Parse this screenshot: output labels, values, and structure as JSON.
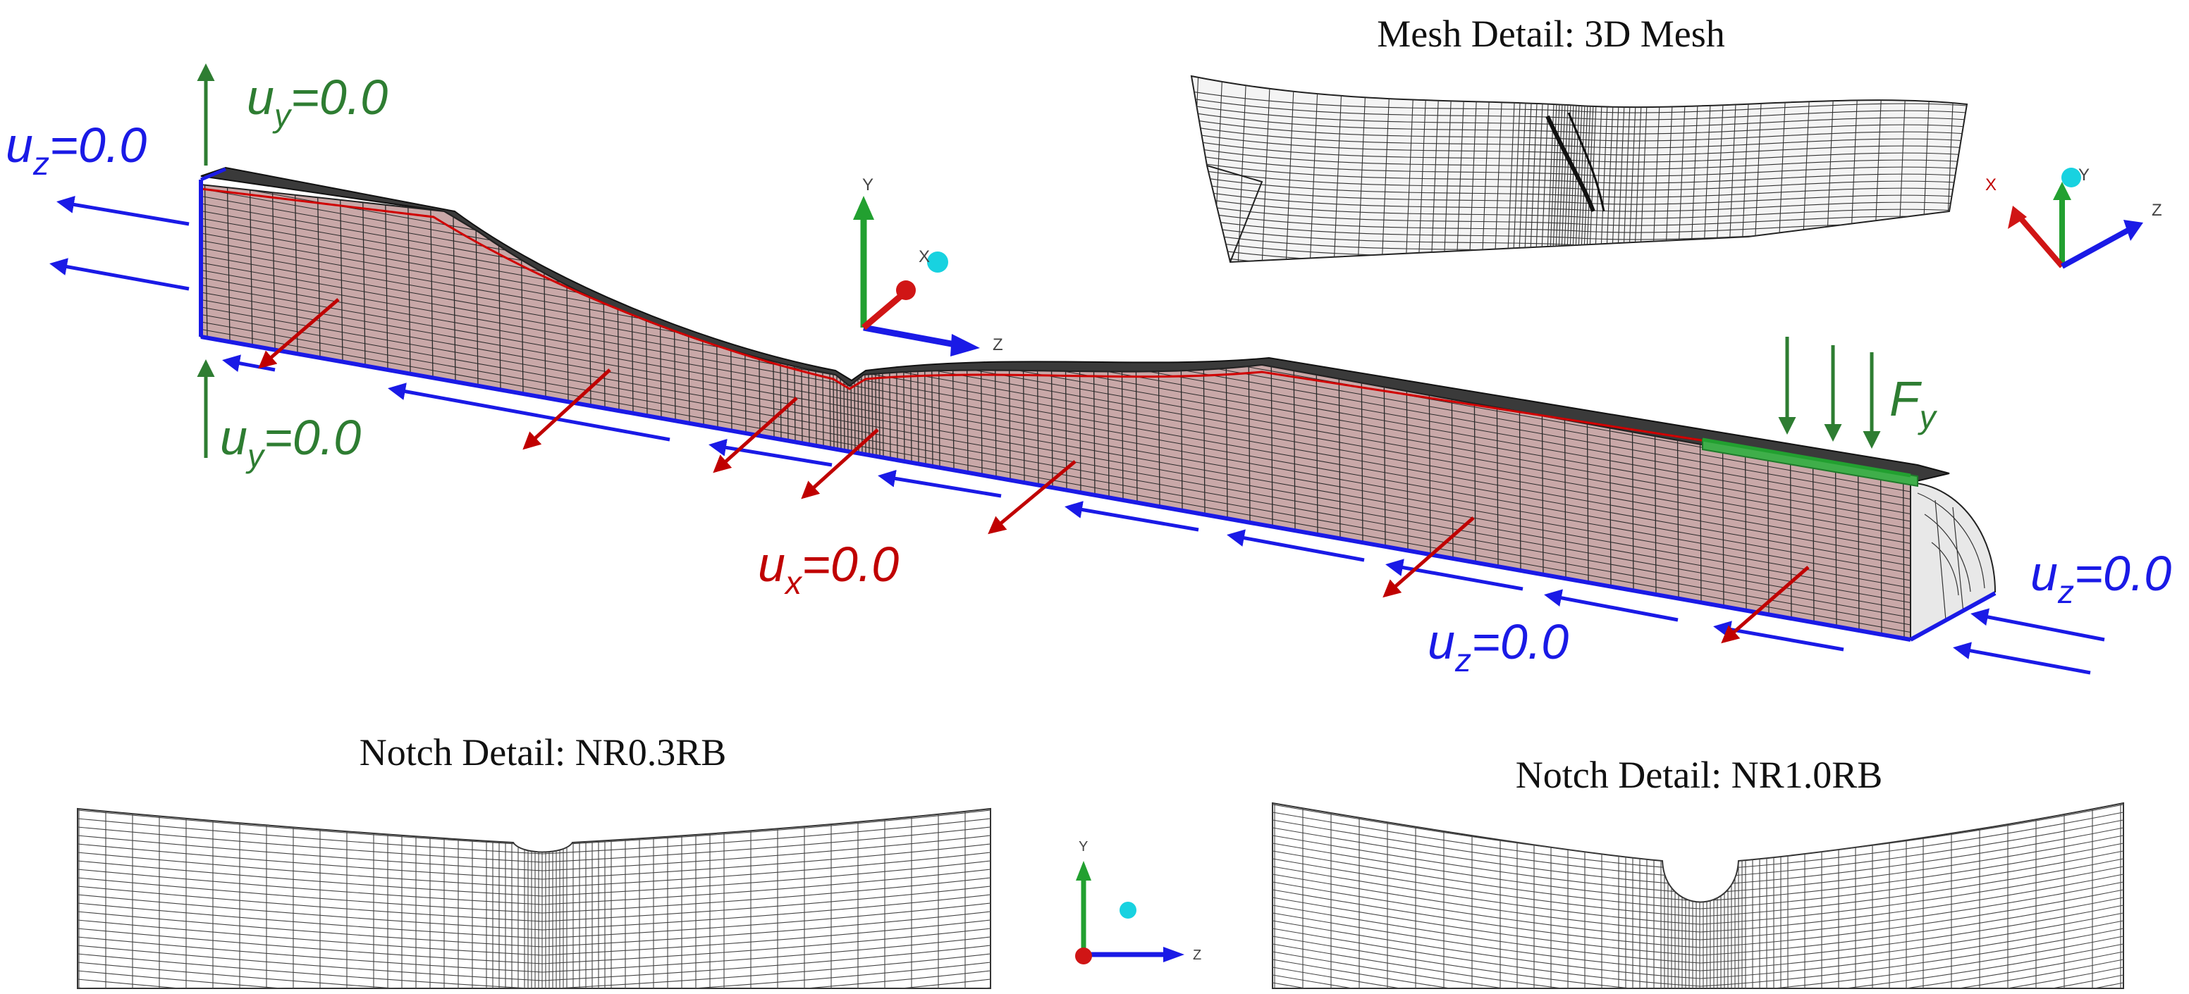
{
  "titles": {
    "mesh_detail": "Mesh Detail: 3D Mesh",
    "notch_a": "Notch Detail: NR0.3RB",
    "notch_b": "Notch Detail: NR1.0RB"
  },
  "bc_labels": {
    "uz_left": {
      "base": "u",
      "sub": "z",
      "value": "=0.0"
    },
    "uy_top": {
      "base": "u",
      "sub": "y",
      "value": "=0.0"
    },
    "uy_bottom": {
      "base": "u",
      "sub": "y",
      "value": "=0.0"
    },
    "ux_center": {
      "base": "u",
      "sub": "x",
      "value": "=0.0"
    },
    "uz_bottom": {
      "base": "u",
      "sub": "z",
      "value": "=0.0"
    },
    "uz_right": {
      "base": "u",
      "sub": "z",
      "value": "=0.0"
    },
    "fy": {
      "base": "F",
      "sub": "y",
      "value": ""
    }
  },
  "triad_labels": {
    "main": {
      "y": "Y",
      "x": "X",
      "z": "Z"
    },
    "top_right": {
      "x": "X",
      "y": "Y",
      "z": "Z"
    },
    "bottom": {
      "y": "Y",
      "z": "Z"
    }
  },
  "colors": {
    "blue": "#1a1ae6",
    "green": "#2e7d32",
    "red": "#c00000",
    "mesh_fill": "#c9a8a8",
    "mesh_line": "#2a2a2a",
    "cyan": "#18d2e0"
  }
}
